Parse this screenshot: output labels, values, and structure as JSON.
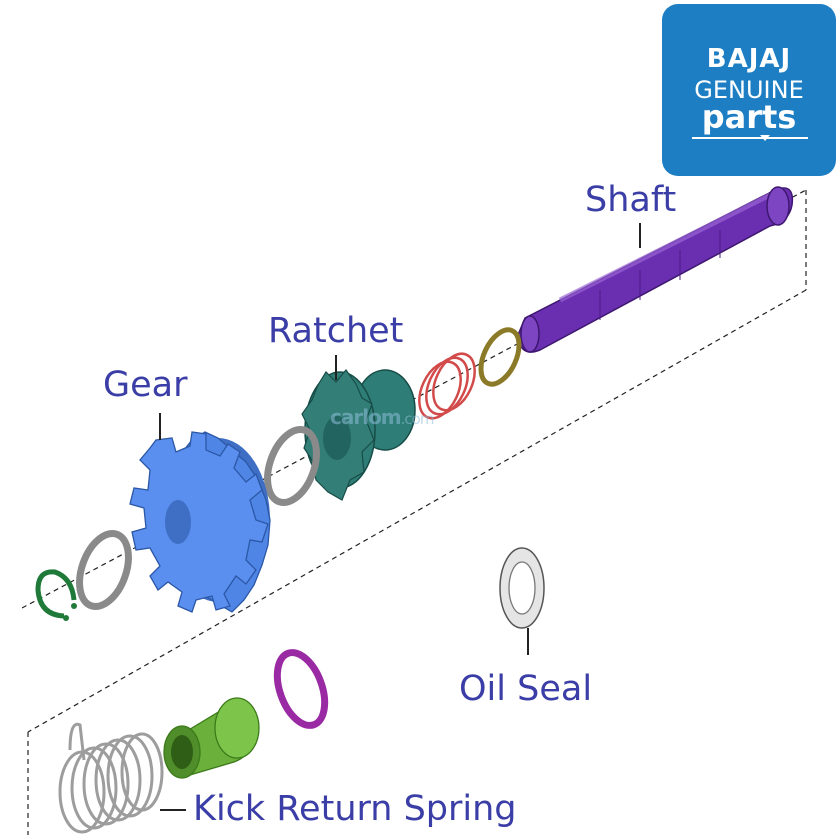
{
  "labels": {
    "shaft": "Shaft",
    "ratchet": "Ratchet",
    "gear": "Gear",
    "oil_seal": "Oil Seal",
    "kick_return_spring": "Kick Return Spring"
  },
  "logo": {
    "brand": "BAJAJ",
    "line2": "GENUINE",
    "line3": "parts"
  },
  "watermark": {
    "name": "carlom",
    "suffix": ".com"
  },
  "colors": {
    "label_text": "#3a3ea6",
    "logo_background": "#1d7ec4",
    "shaft": "#6a2fb0",
    "ratchet": "#2e7d76",
    "gear": "#4f86e6",
    "washer": "#8a8a8a",
    "circlip_ring": "#1f7a3a",
    "spring_ring": "#d24a4a",
    "olive_circlip": "#8b7a28",
    "bush": "#6ab03a",
    "purple_washer": "#9a2aa3",
    "spring": "#b5b5b5",
    "oil_seal": "#b0b0b0"
  }
}
